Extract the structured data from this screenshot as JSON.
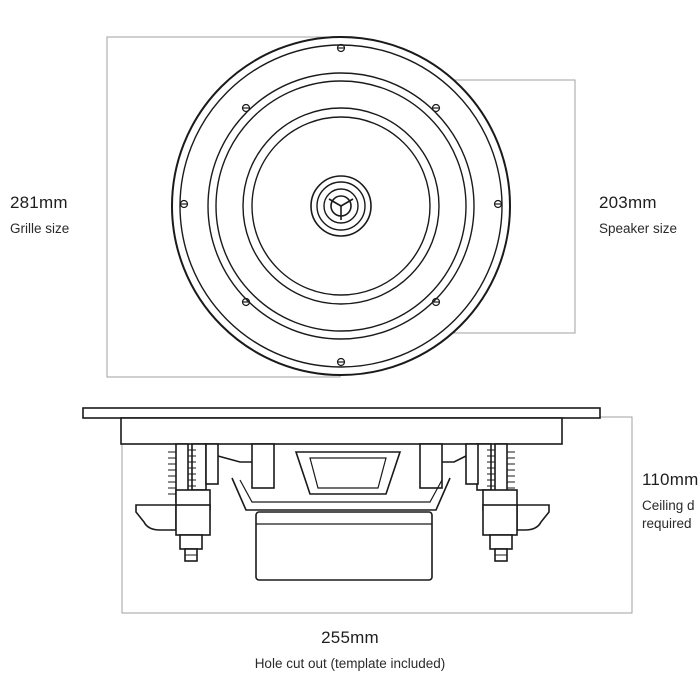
{
  "dimensions": {
    "grille": {
      "value": "281mm",
      "label": "Grille size"
    },
    "speaker": {
      "value": "203mm",
      "label": "Speaker size"
    },
    "ceiling": {
      "value": "110mm",
      "label_line1": "Ceiling d",
      "label_line2": "required"
    },
    "hole": {
      "value": "255mm",
      "label": "Hole cut out (template included)"
    }
  },
  "colors": {
    "stroke": "#1a1a1a",
    "guide": "#9a9a9a",
    "fill": "#ffffff"
  }
}
